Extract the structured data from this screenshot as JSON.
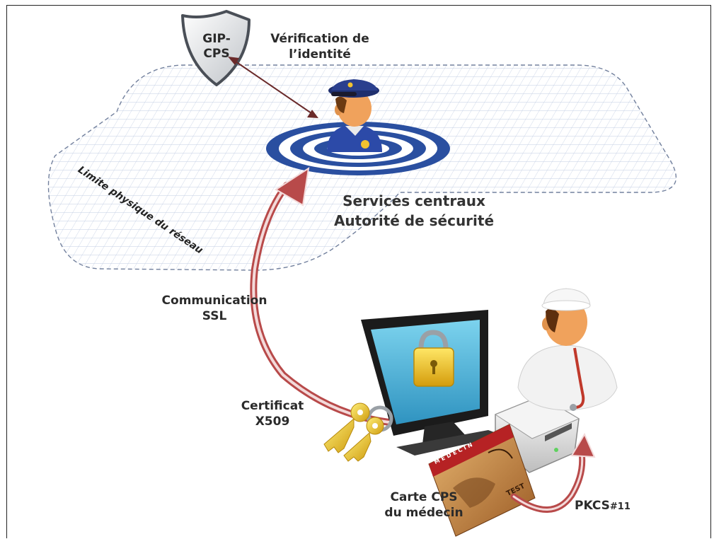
{
  "shield": {
    "line1": "GIP-",
    "line2": "CPS"
  },
  "verification": {
    "line1": "Vérification de",
    "line2": "l’identité"
  },
  "services": {
    "line1": "Services centraux",
    "line2": "Autorité de sécurité"
  },
  "network_limit": "Limite physique du réseau",
  "communication": {
    "line1": "Communication",
    "line2": "SSL"
  },
  "certificate": {
    "line1": "Certificat",
    "line2": "X509"
  },
  "card_label": {
    "line1": "Carte CPS",
    "line2": "du médecin"
  },
  "pkcs": {
    "main": "PKCS",
    "suffix": "#11"
  },
  "card_print": {
    "header": "MÉDECIN",
    "stamp": "TEST"
  },
  "colors": {
    "arrow": "#b84a4a",
    "target": "#2a4fa0",
    "screen": "#4fb1d8",
    "lock": "#e8c21a"
  }
}
